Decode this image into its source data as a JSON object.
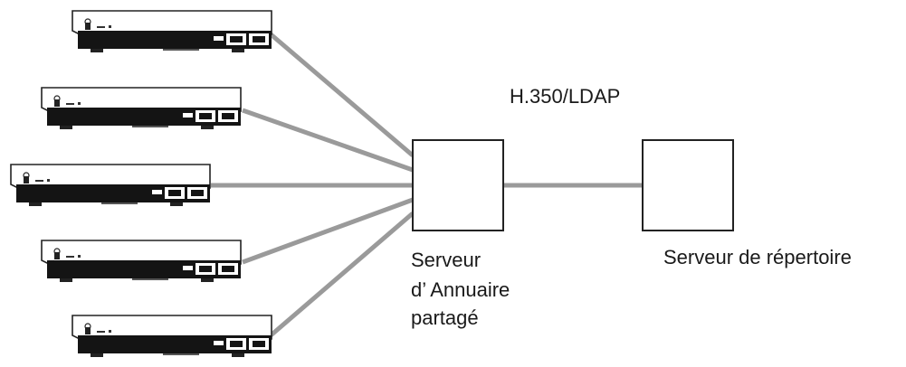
{
  "protocol_label": "H.350/LDAP",
  "shared_server": {
    "label_lines": [
      "Serveur",
      "d’ Annuaire",
      "partagé"
    ]
  },
  "directory_server": {
    "label": "Serveur de répertoire"
  },
  "device_icon": "set-top-box-icon",
  "colors": {
    "link": "#9a9a9a",
    "box_stroke": "#222222",
    "device_front": "#141414"
  },
  "devices": [
    {
      "id": "device-1"
    },
    {
      "id": "device-2"
    },
    {
      "id": "device-3"
    },
    {
      "id": "device-4"
    },
    {
      "id": "device-5"
    }
  ]
}
